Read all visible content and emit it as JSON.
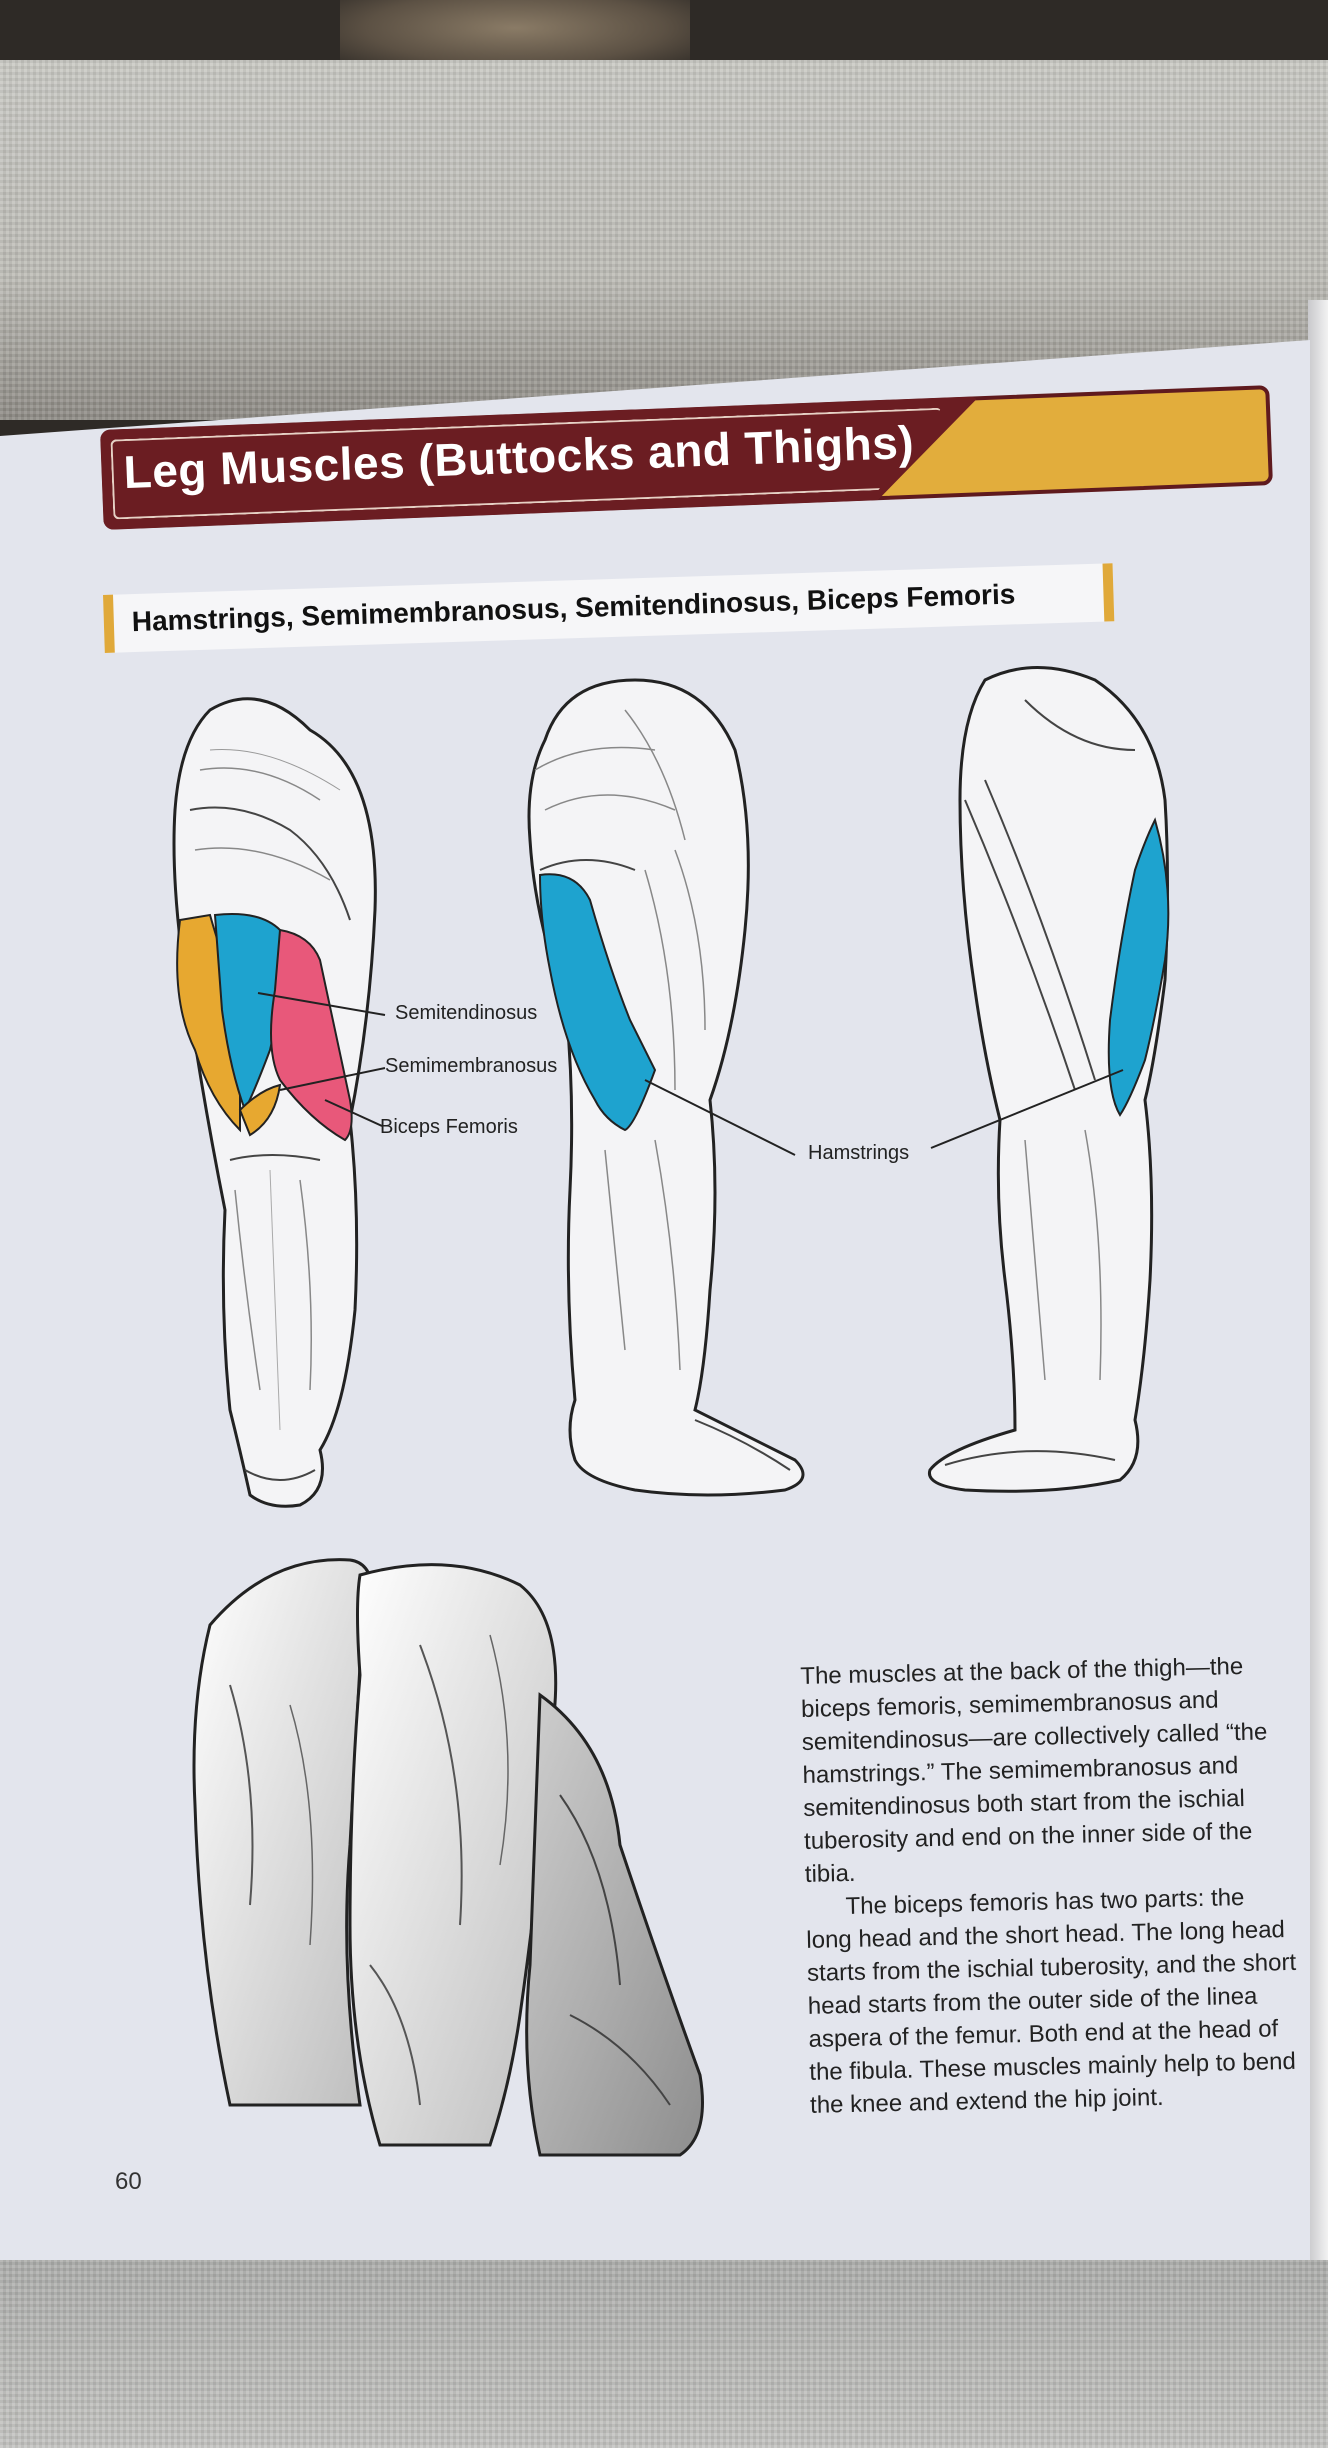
{
  "page": {
    "title": "Leg Muscles (Buttocks and Thighs)",
    "subtitle": "Hamstrings, Semimembranosus, Semitendinosus, Biceps Femoris",
    "page_number": "60"
  },
  "labels": {
    "semitendinosus": "Semitendinosus",
    "semimembranosus": "Semimembranosus",
    "biceps_femoris": "Biceps Femoris",
    "hamstrings": "Hamstrings"
  },
  "body": {
    "paragraph_1": "The muscles at the back of the thigh—the biceps femoris, semimembranosus and semitendinosus—are collectively called “the hamstrings.” The semimembranosus and semitendinosus both start from the ischial tuberosity and end on the inner side of the tibia.",
    "paragraph_2": "The biceps femoris has two parts: the long head and the short head. The long head starts from the ischial tuberosity, and the short head starts from the outer side of the linea aspera of the femur. Both end at the head of the fibula. These muscles mainly help to bend the knee and extend the hip joint."
  },
  "colors": {
    "title_bg": "#6b1d22",
    "title_accent": "#e2ad3c",
    "hamstring_blue": "#1ea3cf",
    "semimembranosus_pink": "#e8587a",
    "biceps_yellow": "#e7a830",
    "page_bg": "#e3e5ed"
  },
  "icons": {
    "back_leg": "leg-back-view-illustration",
    "side_leg": "leg-side-view-illustration",
    "front_leg": "leg-inner-view-illustration",
    "buttocks": "buttocks-shaded-illustration"
  }
}
